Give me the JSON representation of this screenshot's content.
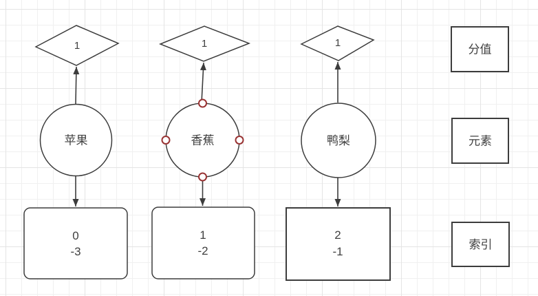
{
  "canvas": {
    "background": "#ffffff",
    "grid_minor_color": "#f0f0f0",
    "grid_major_color": "#e4e4e4",
    "stroke_color": "#3c3c3c",
    "text_color": "#404040",
    "handle_color": "#993333"
  },
  "columns": [
    {
      "score": "1",
      "element": "苹果",
      "index_top": "0",
      "index_bottom": "-3"
    },
    {
      "score": "1",
      "element": "香蕉",
      "index_top": "1",
      "index_bottom": "-2"
    },
    {
      "score": "1",
      "element": "鸭梨",
      "index_top": "2",
      "index_bottom": "-1"
    }
  ],
  "legend": {
    "score": "分值",
    "element": "元素",
    "index": "索引"
  }
}
